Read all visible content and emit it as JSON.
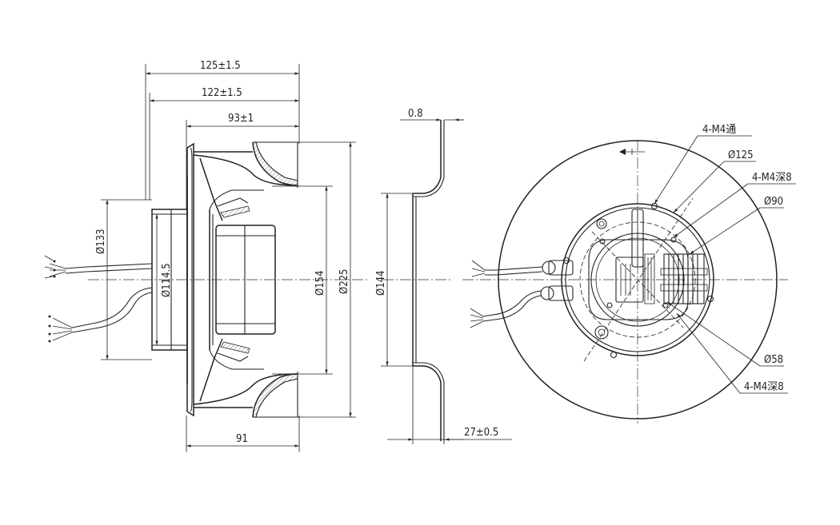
{
  "side_view": {
    "dims": {
      "overall": "125±1.5",
      "rotor": "122±1.5",
      "inlet_depth": "93±1",
      "motor_depth": "91",
      "d133": "Ø133",
      "d114": "Ø114.5",
      "d154": "Ø154",
      "d225": "Ø225"
    }
  },
  "section_view": {
    "dims": {
      "thickness": "0.8",
      "d144": "Ø144",
      "height": "27±0.5"
    }
  },
  "front_view": {
    "callouts": {
      "m4_through": "4-M4通",
      "d125": "Ø125",
      "m4_deep_top": "4-M4深8",
      "d90": "Ø90",
      "d58": "Ø58",
      "m4_deep_bottom": "4-M4深8"
    }
  }
}
